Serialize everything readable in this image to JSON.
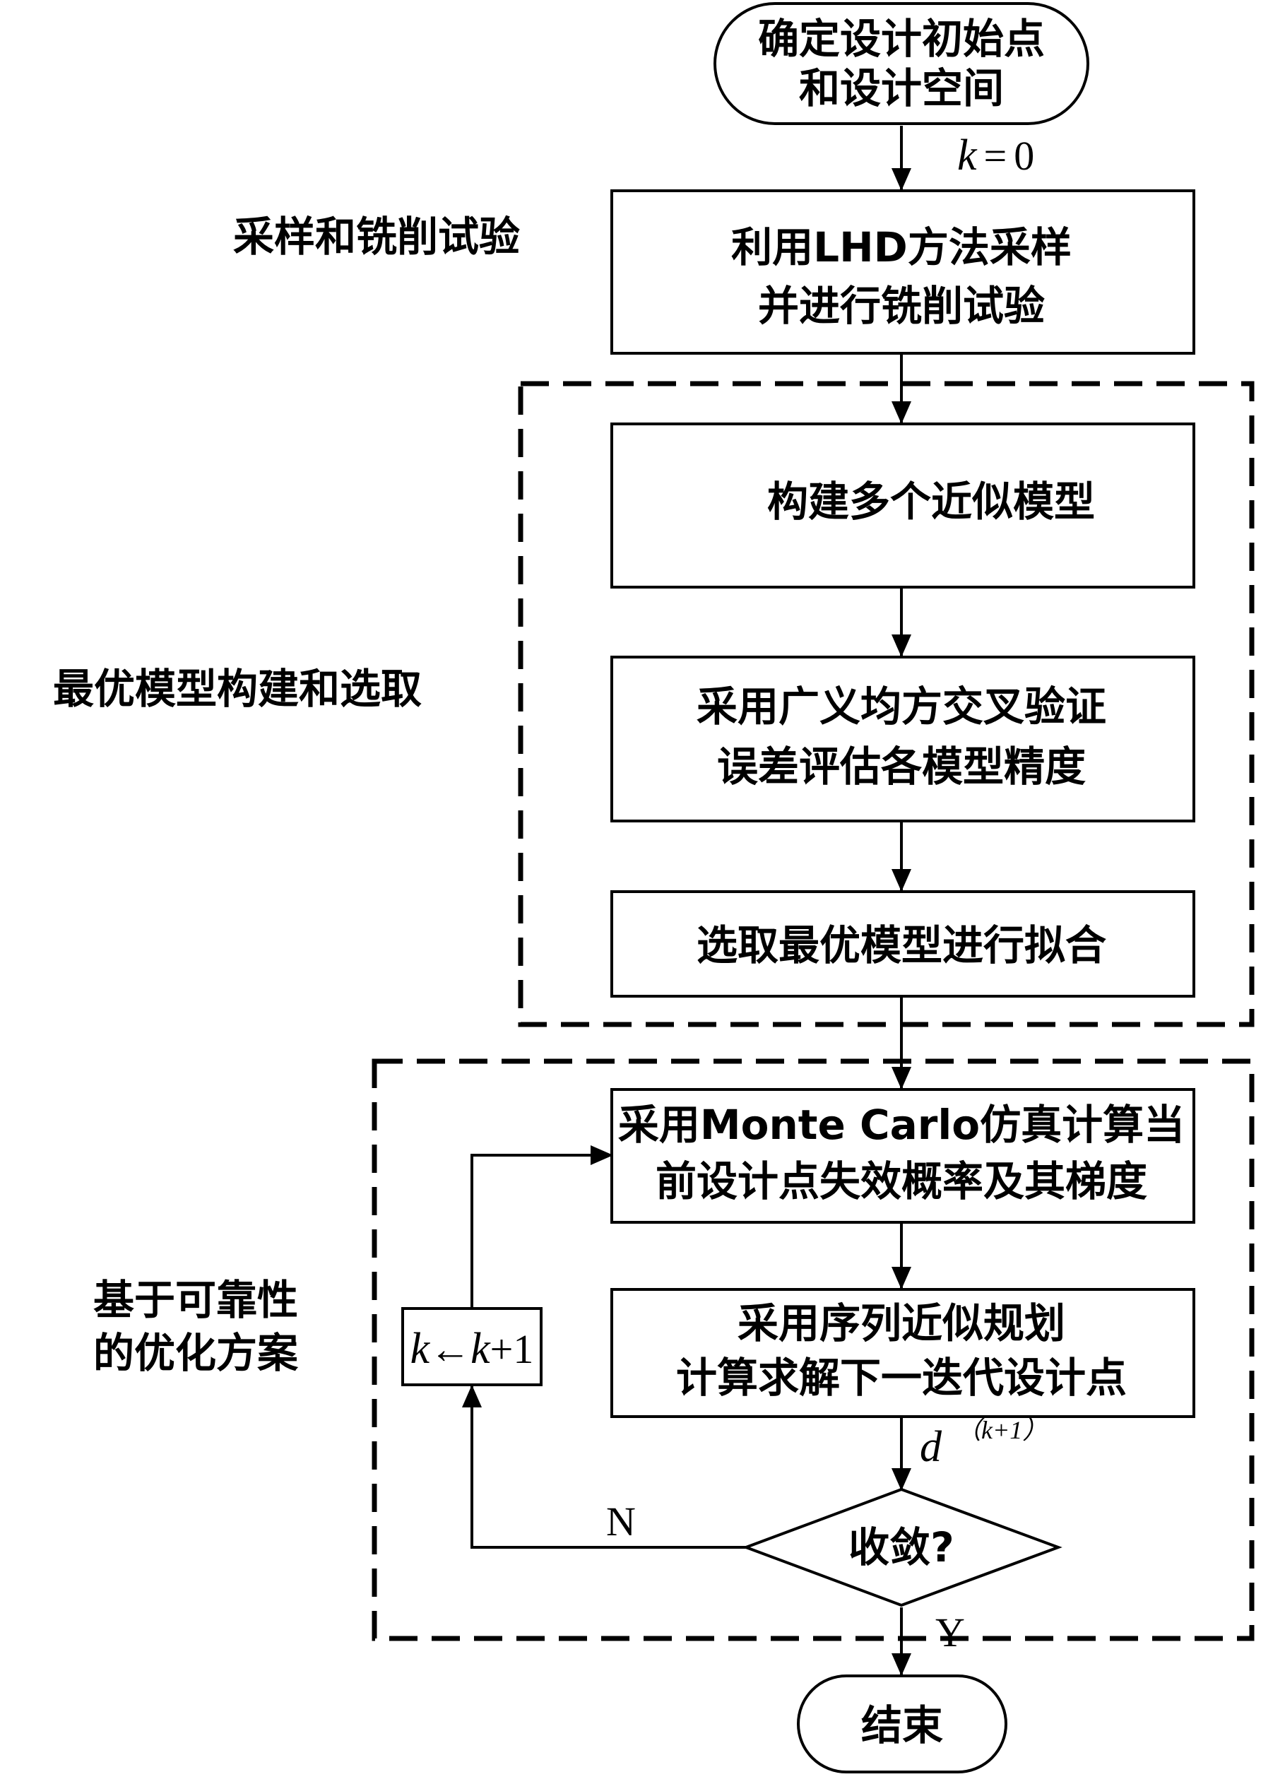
{
  "start": {
    "line1": "确定设计初始点",
    "line2": "和设计空间"
  },
  "init_label": {
    "var": "k",
    "eq": "=",
    "val": "0"
  },
  "stage_labels": {
    "sampling": "采样和铣削试验",
    "model_selection": "最优模型构建和选取",
    "reliability_line1": "基于可靠性",
    "reliability_line2": "的优化方案"
  },
  "steps": {
    "sampling": {
      "line1": "利用LHD方法采样",
      "line2": "并进行铣削试验"
    },
    "build_models": {
      "text": "构建多个近似模型"
    },
    "evaluate": {
      "line1": "采用广义均方交叉验证",
      "line2": "误差评估各模型精度"
    },
    "fit_best": {
      "text": "选取最优模型进行拟合"
    },
    "monte_carlo": {
      "line1": "采用Monte Carlo仿真计算当",
      "line2": "前设计点失效概率及其梯度"
    },
    "sap": {
      "line1": "采用序列近似规划",
      "line2": "计算求解下一迭代设计点"
    }
  },
  "decision": {
    "text": "收敛?",
    "no_label": "N",
    "yes_label": "Y"
  },
  "increment": {
    "k1": "k",
    "arrow": "←",
    "k2": "k",
    "plus_one": "+1"
  },
  "next_point": {
    "var": "d",
    "sup_open": "（",
    "sup_k": "k",
    "sup_rest": "+1）"
  },
  "end": {
    "text": "结束"
  }
}
